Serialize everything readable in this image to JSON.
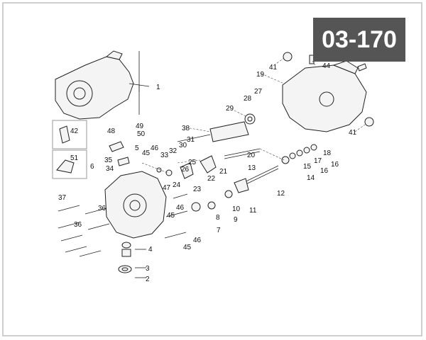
{
  "header": {
    "code": "03-170"
  },
  "callouts": [
    "1",
    "2",
    "3",
    "4",
    "5",
    "6",
    "7",
    "8",
    "9",
    "10",
    "11",
    "12",
    "13",
    "14",
    "15",
    "16",
    "16",
    "17",
    "18",
    "19",
    "20",
    "21",
    "22",
    "23",
    "24",
    "25",
    "26",
    "27",
    "28",
    "29",
    "30",
    "31",
    "32",
    "33",
    "34",
    "35",
    "36",
    "36",
    "37",
    "38",
    "41",
    "41",
    "42",
    "44",
    "45",
    "45",
    "45",
    "46",
    "46",
    "46",
    "47",
    "48",
    "49",
    "50",
    "51"
  ]
}
